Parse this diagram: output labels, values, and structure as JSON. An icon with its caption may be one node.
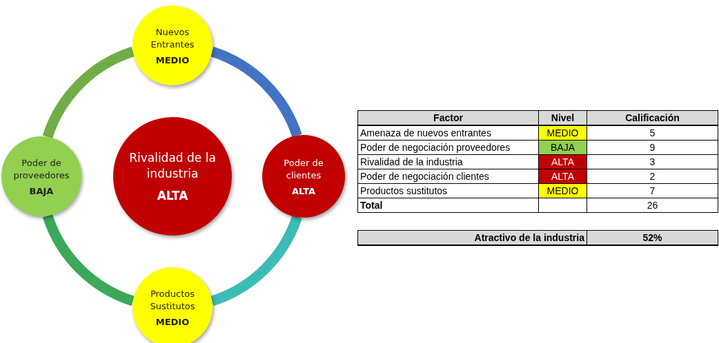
{
  "diagram": {
    "nodes": [
      {
        "text": [
          "Nuevos Entrantes",
          "MEDIO"
        ]
      },
      {
        "text": [
          "Poder de proveedores",
          "BAJA"
        ]
      },
      {
        "text": [
          "Rivalidad de la industria",
          "ALTA"
        ]
      },
      {
        "text": [
          "Poder de clientes",
          "ALTA"
        ]
      },
      {
        "text": [
          "Productos Sustitutos",
          "MEDIO"
        ]
      }
    ],
    "edges": [
      {
        "from": 0,
        "to": 3,
        "arrow": "none",
        "color": "#4472c4"
      },
      {
        "from": 3,
        "to": 4,
        "arrow": "none",
        "color": "#3cbcb4"
      },
      {
        "from": 4,
        "to": 1,
        "arrow": "none",
        "color": "#3ca85a"
      },
      {
        "from": 1,
        "to": 0,
        "arrow": "none",
        "color": "#70ad47"
      }
    ],
    "labels": [
      "Factor",
      "Nivel",
      "Calificación",
      "Amenaza de nuevos entrantes",
      "MEDIO",
      "5",
      "Poder de negociación proveedores",
      "BAJA",
      "9",
      "Rivalidad de la industria",
      "ALTA",
      "3",
      "Poder de negociación clientes",
      "ALTA",
      "2",
      "Productos sustitutos",
      "MEDIO",
      "7",
      "Total",
      "26",
      "Atractivo de la industria",
      "52%"
    ]
  }
}
